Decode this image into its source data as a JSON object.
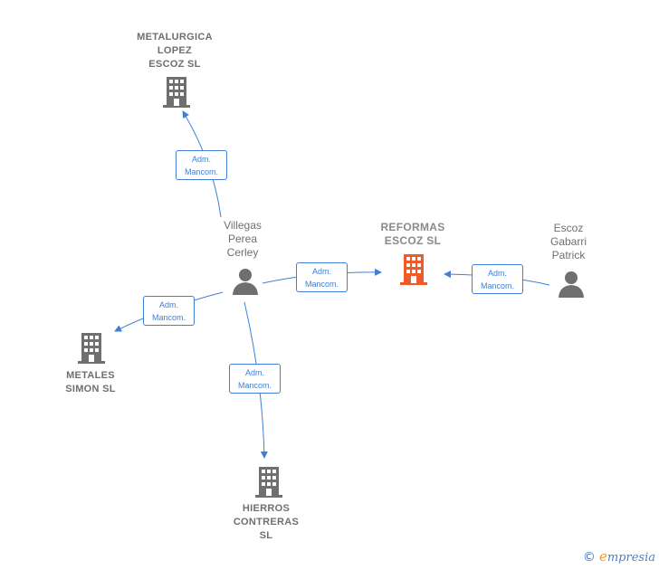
{
  "nodes": {
    "metalurgica": {
      "label": "METALURGICA\nLOPEZ\nESCOZ  SL",
      "type": "company"
    },
    "reformas": {
      "label": "REFORMAS\nESCOZ  SL",
      "type": "company-main"
    },
    "villegas": {
      "label": "Villegas\nPerea\nCerley",
      "type": "person"
    },
    "escoz": {
      "label": "Escoz\nGabarri\nPatrick",
      "type": "person"
    },
    "metales": {
      "label": "METALES\nSIMON  SL",
      "type": "company"
    },
    "hierros": {
      "label": "HIERROS\nCONTRERAS\nSL",
      "type": "company"
    }
  },
  "edges": [
    {
      "id": "v-metalurgica",
      "label_line1": "Adm.",
      "label_line2": "Mancom."
    },
    {
      "id": "v-reformas",
      "label_line1": "Adm.",
      "label_line2": "Mancom."
    },
    {
      "id": "e-reformas",
      "label_line1": "Adm.",
      "label_line2": "Mancom."
    },
    {
      "id": "v-metales",
      "label_line1": "Adm.",
      "label_line2": "Mancom."
    },
    {
      "id": "v-hierros",
      "label_line1": "Adm.",
      "label_line2": "Mancom."
    }
  ],
  "colors": {
    "edge": "#3f7fd6",
    "company_icon": "#6f6f6f",
    "main_company_icon": "#f05a28",
    "person_icon": "#6f6f6f"
  },
  "branding": {
    "copyright": "©",
    "initial": "e",
    "name": "mpresia"
  }
}
